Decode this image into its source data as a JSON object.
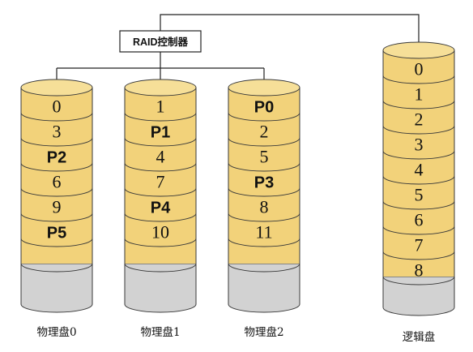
{
  "controller": {
    "label": "RAID控制器"
  },
  "disks": [
    {
      "label": "物理盘0",
      "blocks": [
        "0",
        "3",
        "P2",
        "6",
        "9",
        "P5"
      ]
    },
    {
      "label": "物理盘1",
      "blocks": [
        "1",
        "P1",
        "4",
        "7",
        "P4",
        "10"
      ]
    },
    {
      "label": "物理盘2",
      "blocks": [
        "P0",
        "2",
        "5",
        "P3",
        "8",
        "11"
      ]
    }
  ],
  "logical_disk": {
    "label": "逻辑盘",
    "blocks": [
      "0",
      "1",
      "2",
      "3",
      "4",
      "5",
      "6",
      "7",
      "8"
    ]
  },
  "colors": {
    "band": "#f2d27a",
    "band_top": "#f6df98",
    "empty_gray": "#d2d2d2",
    "gray_top": "#e2e2e2",
    "outline": "#3a3a3a"
  }
}
